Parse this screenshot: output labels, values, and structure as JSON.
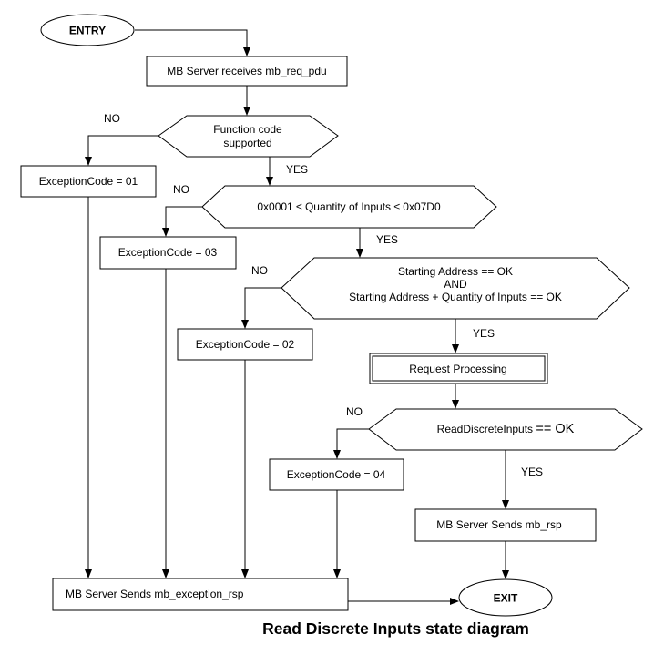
{
  "caption": "Read Discrete Inputs state diagram",
  "nodes": {
    "entry": "ENTRY",
    "receive": "MB Server receives mb_req_pdu",
    "func_code_l1": "Function code",
    "func_code_l2": "supported",
    "exc01": "ExceptionCode = 01",
    "quantity": "0x0001 ≤ Quantity of Inputs ≤ 0x07D0",
    "exc03": "ExceptionCode = 03",
    "address_l1": "Starting Address == OK",
    "address_l2": "AND",
    "address_l3": "Starting Address + Quantity of Inputs == OK",
    "exc02": "ExceptionCode = 02",
    "request_processing": "Request Processing",
    "read_ok_a": "ReadDiscreteInputs ",
    "read_ok_b": "== OK",
    "exc04": "ExceptionCode = 04",
    "send_rsp": "MB Server Sends mb_rsp",
    "send_exc": "MB Server Sends mb_exception_rsp",
    "exit": "EXIT"
  },
  "edge_labels": {
    "no1": "NO",
    "yes1": "YES",
    "no2": "NO",
    "yes2": "YES",
    "no3": "NO",
    "yes3": "YES",
    "no4": "NO",
    "yes4": "YES"
  }
}
